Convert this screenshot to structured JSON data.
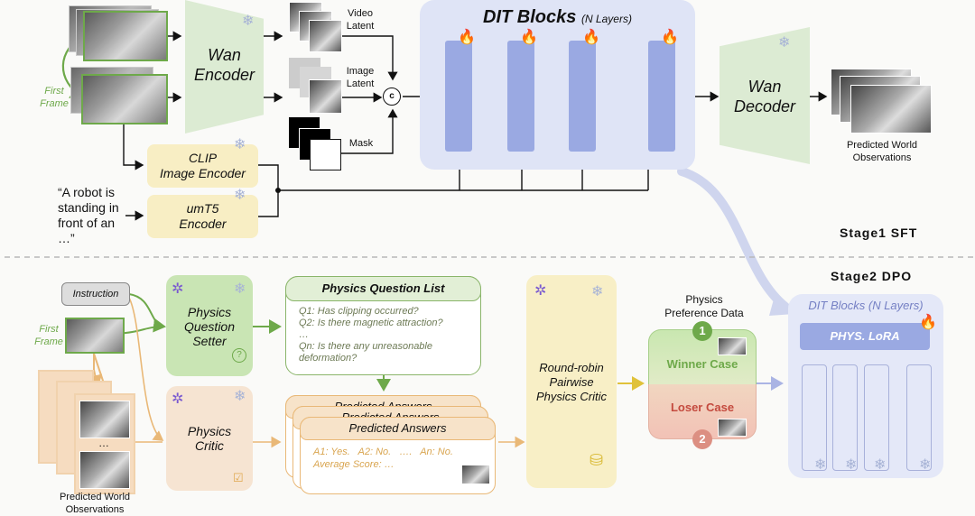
{
  "stage1": {
    "label": "Stage1 SFT",
    "first_frame_label": "First\nFrame",
    "wan_encoder": "Wan\nEncoder",
    "video_latent": "Video\nLatent",
    "image_latent": "Image\nLatent",
    "mask": "Mask",
    "concat_symbol": "c",
    "clip_encoder": "CLIP\nImage Encoder",
    "umt5_encoder": "umT5\nEncoder",
    "prompt_text": "“A robot is standing in front of an …”",
    "dit_title": "DIT Blocks",
    "dit_subtitle": "(N Layers)",
    "wan_decoder": "Wan\nDecoder",
    "predicted_world": "Predicted World\nObservations"
  },
  "stage2": {
    "label": "Stage2 DPO",
    "instruction": "Instruction",
    "first_frame_label": "First\nFrame",
    "predicted_world": "Predicted World\nObservations",
    "ellipsis": "…",
    "question_setter": "Physics\nQuestion\nSetter",
    "physics_critic": "Physics\nCritic",
    "question_list": {
      "title": "Physics Question List",
      "lines": [
        "Q1: Has clipping occurred?",
        "Q2: Is there magnetic attraction?",
        "…",
        "Qn: Is there any unreasonable deformation?"
      ]
    },
    "answers": {
      "title": "Predicted Answers",
      "line1": "A1: Yes.   A2: No.   ….   An: No.",
      "line2": "Average Score: …"
    },
    "pairwise_critic": "Round-robin\nPairwise\nPhysics Critic",
    "preference_title": "Physics\nPreference Data",
    "winner": "Winner Case",
    "loser": "Loser Case",
    "winner_num": "1",
    "loser_num": "2",
    "dit_title": "DIT Blocks (N Layers)",
    "lora": "PHYS. LoRA"
  },
  "icons": {
    "snowflake": "❄",
    "fire": "🔥",
    "question": "?",
    "database": "⛁",
    "checklist": "☑"
  },
  "colors": {
    "green": "#6ea94a",
    "orange": "#e9b877",
    "yellow": "#f8eec4",
    "dit_blue": "#9aa9e2",
    "loser_red": "#c44a3e"
  }
}
